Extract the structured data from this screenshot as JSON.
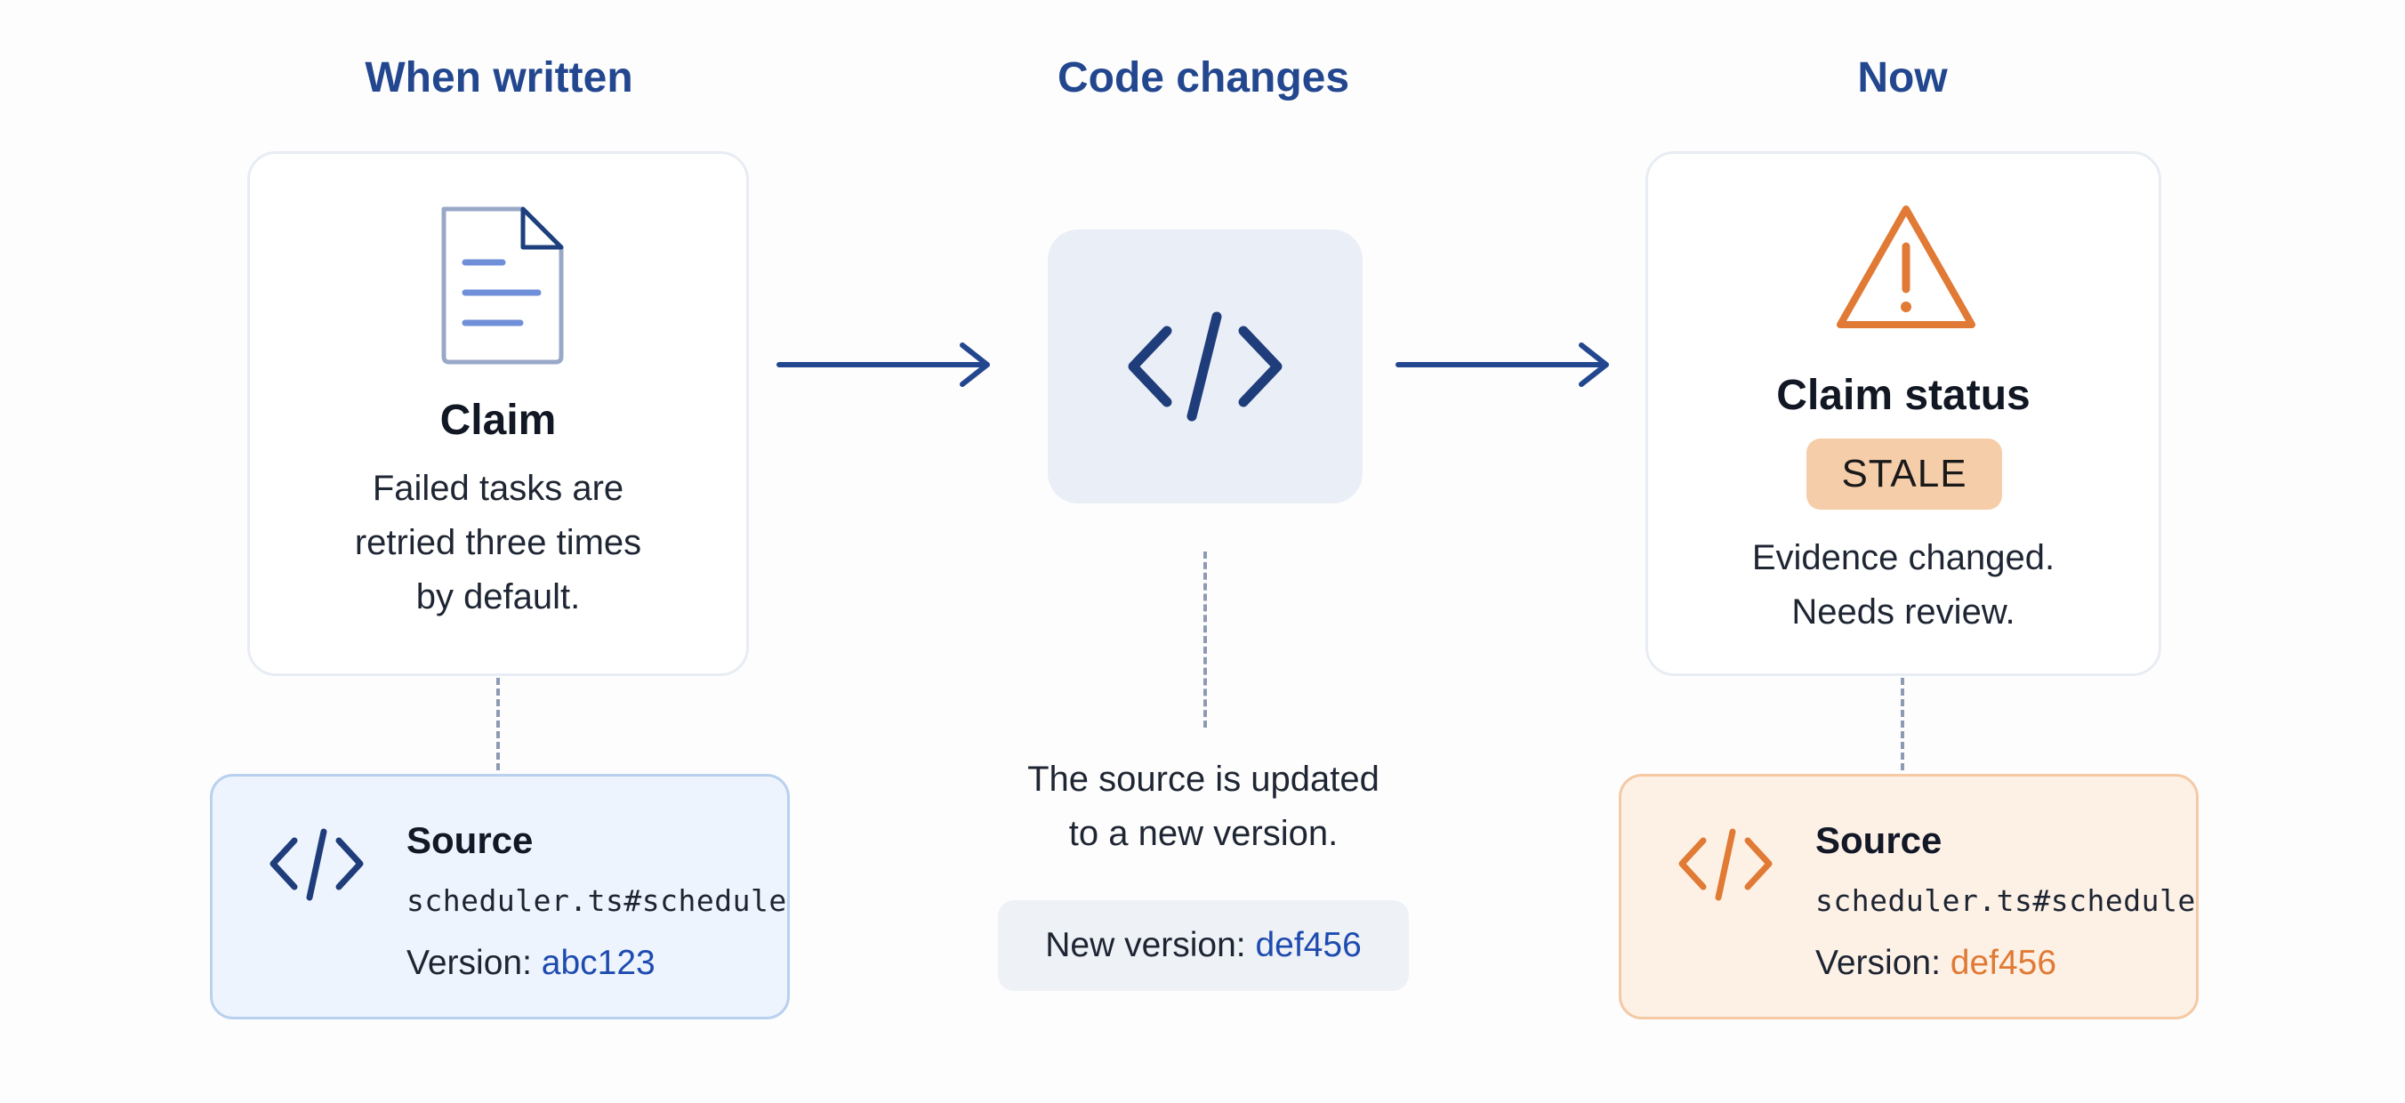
{
  "columns": [
    {
      "title": "When written"
    },
    {
      "title": "Code changes"
    },
    {
      "title": "Now"
    }
  ],
  "claim_card": {
    "title": "Claim",
    "text_lines": [
      "Failed tasks are",
      "retried three times",
      "by default."
    ],
    "icon": "document-icon"
  },
  "code_card": {
    "icon": "code-icon"
  },
  "status_card": {
    "title": "Claim status",
    "badge": "STALE",
    "text_lines": [
      "Evidence changed.",
      "Needs review."
    ],
    "icon": "warning-icon"
  },
  "source_before": {
    "label": "Source",
    "path": "scheduler.ts#schedule",
    "version_prefix": "Version: ",
    "version_value": "abc123",
    "icon": "code-icon"
  },
  "change_note": {
    "text_lines": [
      "The source is updated",
      "to a new version."
    ],
    "version_prefix": "New version: ",
    "version_value": "def456"
  },
  "source_after": {
    "label": "Source",
    "path": "scheduler.ts#schedule",
    "version_prefix": "Version: ",
    "version_value": "def456",
    "icon": "code-icon"
  },
  "colors": {
    "title_blue": "#23478f",
    "accent_blue": "#1e4bb0",
    "accent_orange": "#e07a35",
    "badge_bg": "#f5cda9",
    "source_before_bg": "#eef4fd",
    "source_after_bg": "#fdf1e6"
  }
}
